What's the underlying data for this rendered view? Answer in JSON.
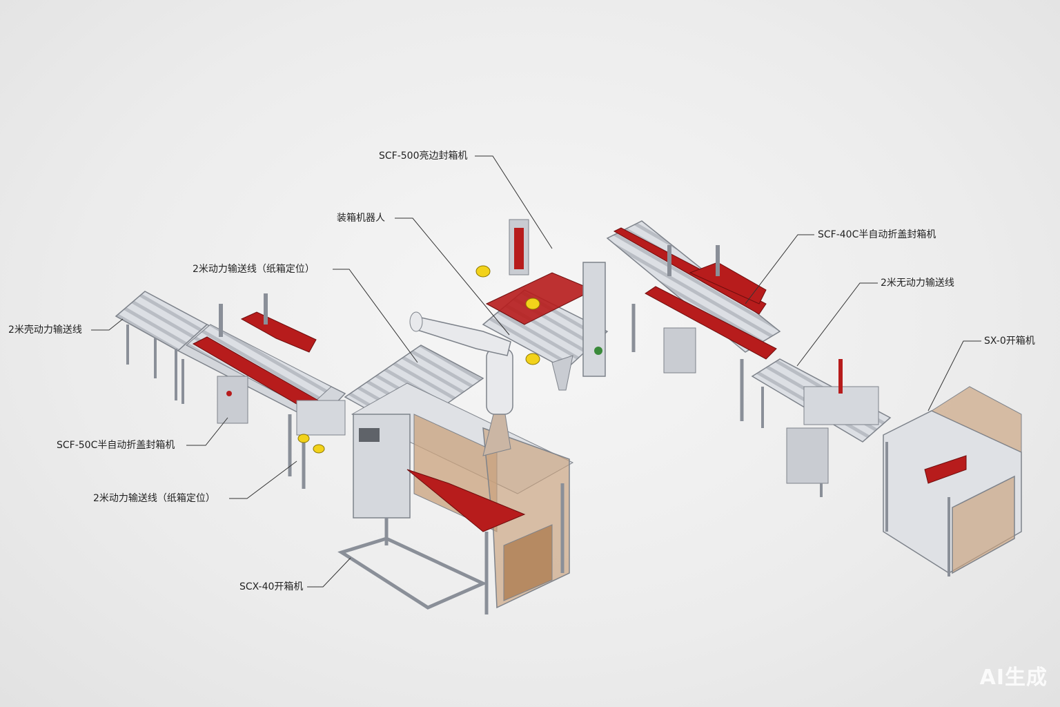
{
  "colors": {
    "frame": "#c9ccd2",
    "frame_dark": "#8a8f98",
    "red": "#b71c1c",
    "yellow": "#f2d21b",
    "brown_panel": "#c9a27c",
    "background": "#eeeeee"
  },
  "labels": {
    "scf500": "SCF-500亮边封箱机",
    "robot": "装箱机器人",
    "conveyor_positioning_top": "2米动力输送线（纸箱定位）",
    "unpowered_left": "2米壳动力输送线",
    "scf50c": "SCF-50C半自动折盖封箱机",
    "conveyor_positioning_bottom": "2米动力输送线（纸箱定位）",
    "scx40": "SCX-40开箱机",
    "scf40c": "SCF-40C半自动折盖封箱机",
    "unpowered_right": "2米无动力输送线",
    "sx0": "SX-0开箱机"
  },
  "watermark": "AI生成"
}
